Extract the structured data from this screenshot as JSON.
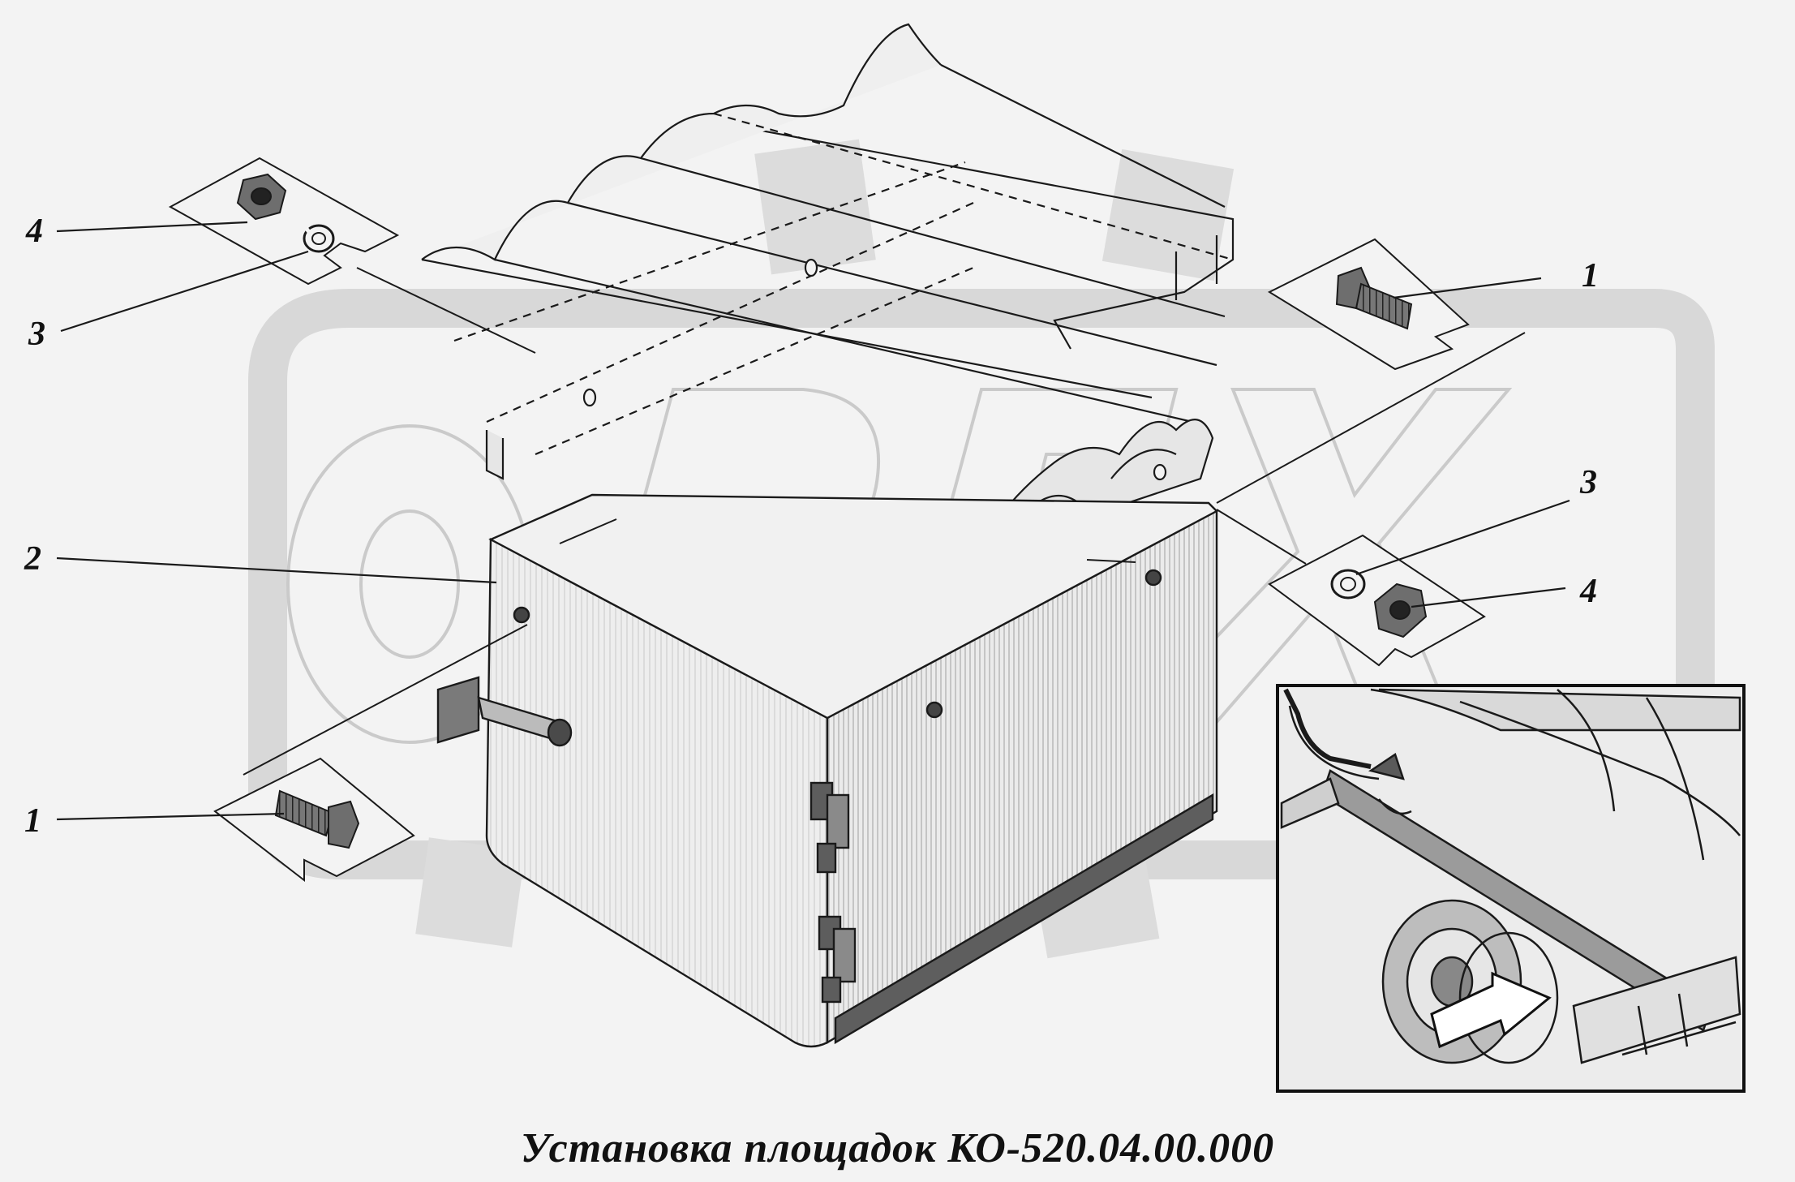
{
  "diagram": {
    "caption": "Установка площадок КО-520.04.00.000",
    "watermark_text": "ОРЕХ",
    "callouts": [
      {
        "id": "callout-1-right",
        "label": "1"
      },
      {
        "id": "callout-3-right",
        "label": "3"
      },
      {
        "id": "callout-4-right",
        "label": "4"
      },
      {
        "id": "callout-4-left",
        "label": "4"
      },
      {
        "id": "callout-3-left",
        "label": "3"
      },
      {
        "id": "callout-2-left",
        "label": "2"
      },
      {
        "id": "callout-1-left",
        "label": "1"
      }
    ],
    "colors": {
      "background": "#f3f3f3",
      "line": "#1a1a1a",
      "watermark": "#d2d2d2",
      "box_fill": "#e9e9e9",
      "dark_fill": "#6b6b6b"
    }
  }
}
